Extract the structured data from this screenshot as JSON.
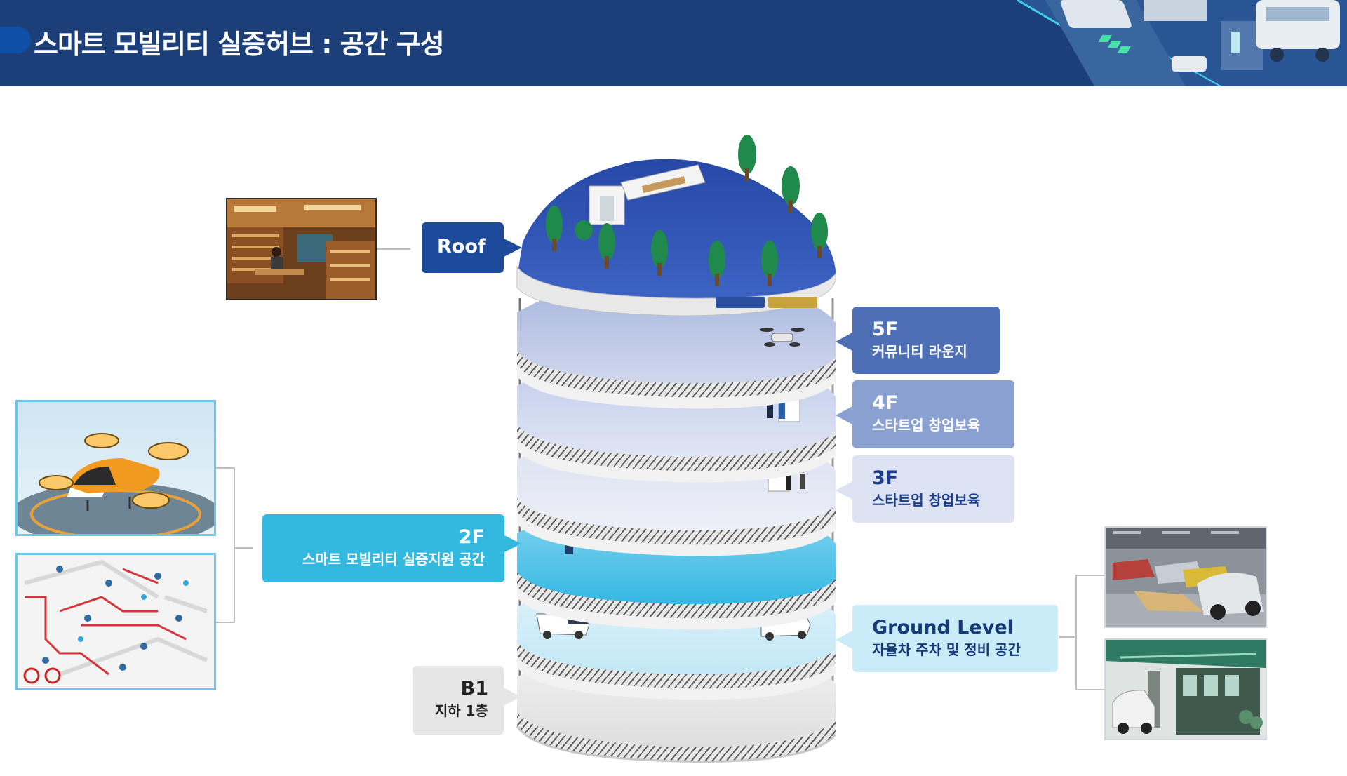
{
  "header": {
    "title": "스마트 모빌리티 실증허브 : 공간 구성"
  },
  "floors": [
    {
      "id": "roof",
      "floor": "Roof",
      "desc": ""
    },
    {
      "id": "5f",
      "floor": "5F",
      "desc": "커뮤니티 라운지"
    },
    {
      "id": "4f",
      "floor": "4F",
      "desc": "스타트업 창업보육"
    },
    {
      "id": "3f",
      "floor": "3F",
      "desc": "스타트업 창업보육"
    },
    {
      "id": "2f",
      "floor": "2F",
      "desc": "스마트 모빌리티 실증지원 공간"
    },
    {
      "id": "ground",
      "floor": "Ground Level",
      "desc": "자율차 주차 및 정비 공간"
    },
    {
      "id": "b1",
      "floor": "B1",
      "desc": "지하 1층"
    }
  ],
  "colors": {
    "header_bg": "#1c3f7a",
    "roof": "#1d4a9a",
    "floor_5f": "#4d6fb5",
    "floor_4f": "#8aa0d0",
    "floor_3f": "#dde3f3",
    "floor_2f": "#33b8e0",
    "ground": "#c9ecf8",
    "b1": "#e6e6e6"
  },
  "icons": [
    "library-photo",
    "air-taxi-photo",
    "floor-plan-photo",
    "parking-garage-photo",
    "charging-station-photo",
    "tree-icon",
    "drone-icon",
    "car-icon",
    "person-icon"
  ]
}
